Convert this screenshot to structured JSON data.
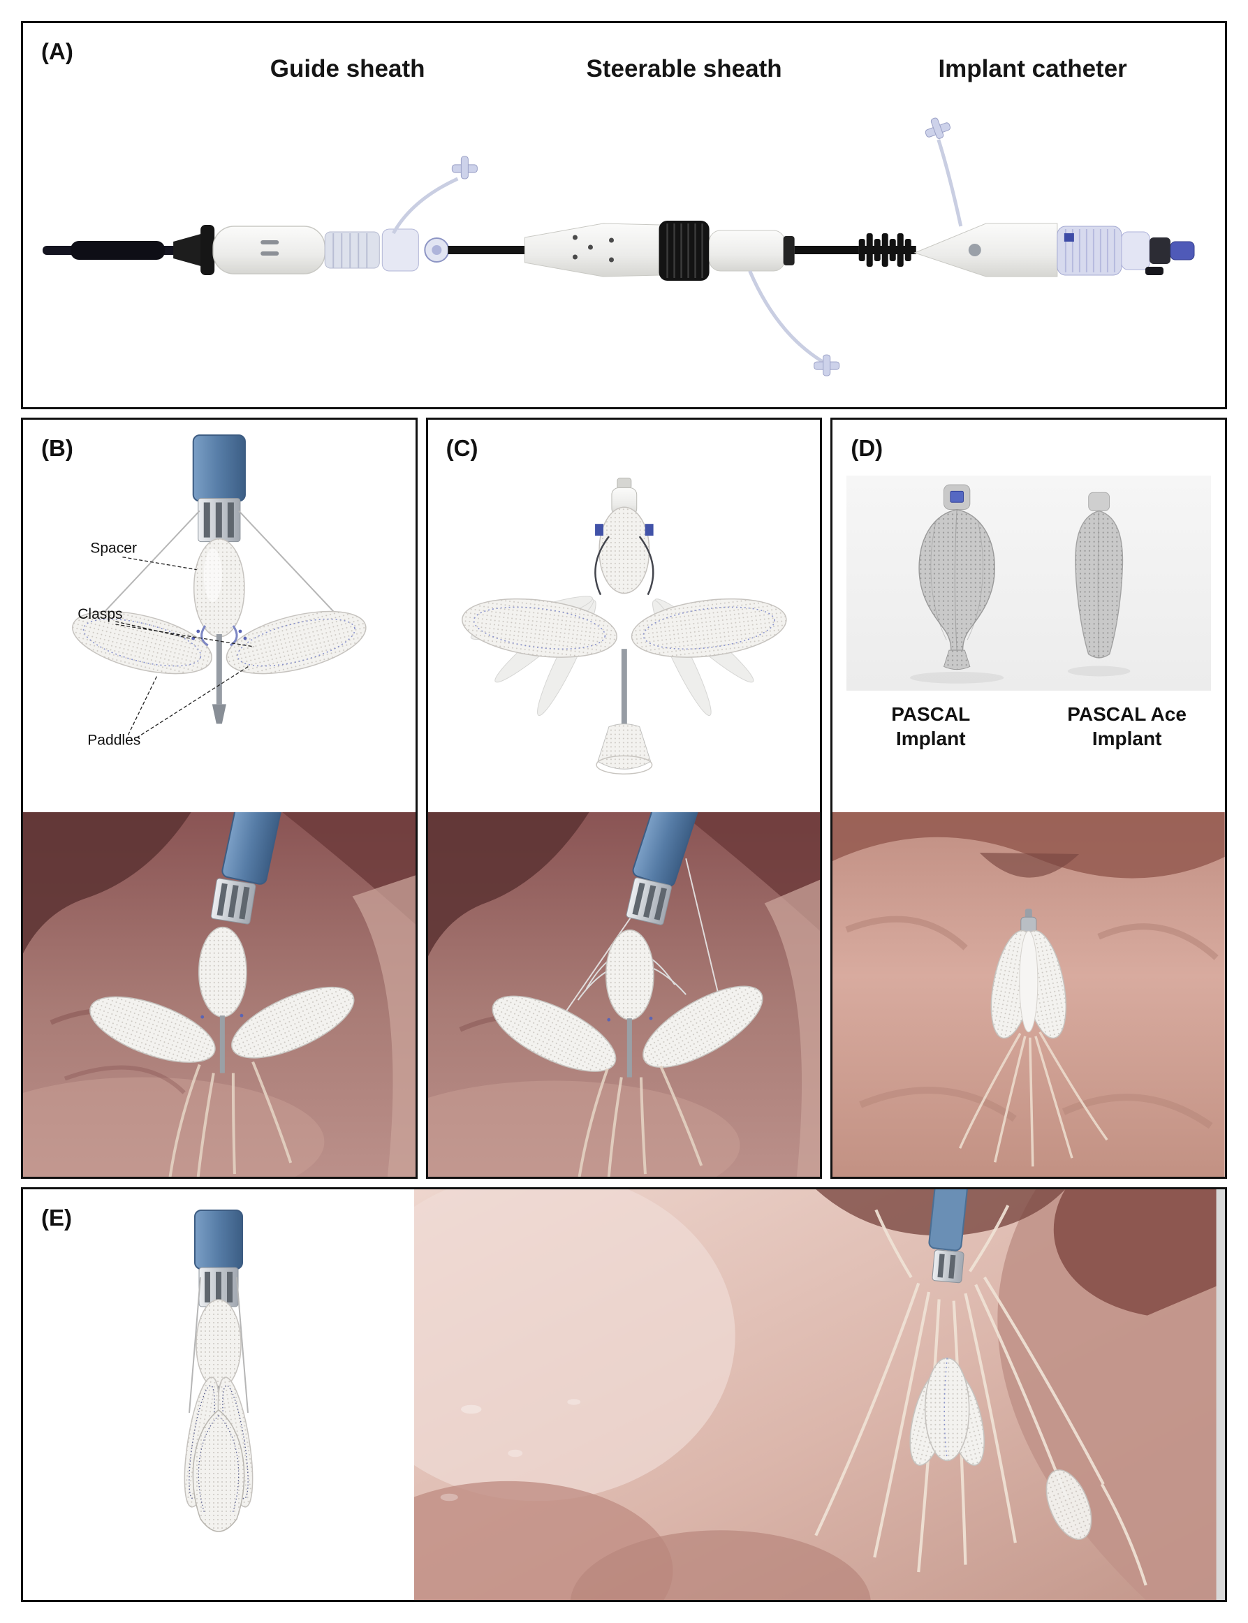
{
  "panels": {
    "a": {
      "label": "(A)",
      "captions": [
        "Guide sheath",
        "Steerable sheath",
        "Implant catheter"
      ]
    },
    "b": {
      "label": "(B)",
      "annotations": {
        "spacer": "Spacer",
        "clasps": "Clasps",
        "paddles": "Paddles"
      }
    },
    "c": {
      "label": "(C)"
    },
    "d": {
      "label": "(D)",
      "captions": [
        "PASCAL Implant",
        "PASCAL Ace Implant"
      ]
    },
    "e": {
      "label": "(E)"
    }
  },
  "colors": {
    "catheter_blue": "#567ca6",
    "implant_mesh_white": "#f3f2ef",
    "implant_mesh_gray": "#c9c9c9",
    "tissue_red": "#8a5454",
    "tissue_pink": "#dbb6ab",
    "panel_border": "#111111"
  }
}
